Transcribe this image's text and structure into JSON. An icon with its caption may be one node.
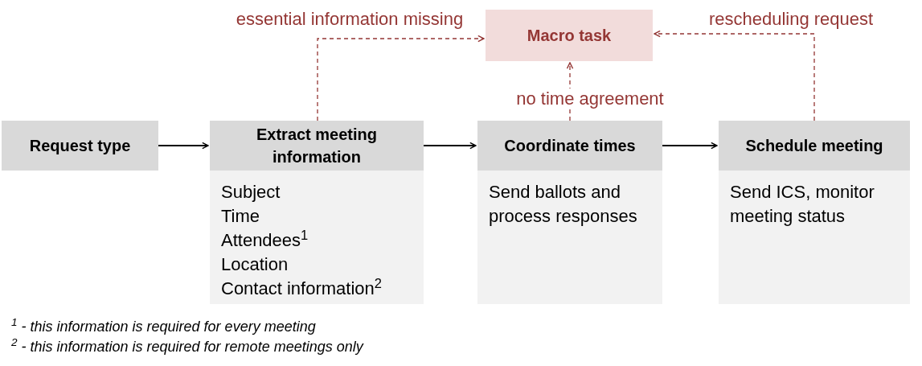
{
  "diagram": {
    "nodes": [
      {
        "text": [
          "Macro task"
        ]
      },
      {
        "text": [
          "Request type"
        ]
      },
      {
        "text": [
          "Extract meeting information",
          "Subject",
          "Time",
          "Attendees$^{1}$",
          "Location",
          "Contact information$^{2}$"
        ]
      },
      {
        "text": [
          "Coordinate times",
          "Send ballots and process responses"
        ]
      },
      {
        "text": [
          "Schedule meeting",
          "Send ICS, monitor meeting status"
        ]
      }
    ],
    "edges": [
      {
        "from": 1,
        "to": 2,
        "arrow": "to"
      },
      {
        "from": 2,
        "to": 3,
        "arrow": "to"
      },
      {
        "from": 3,
        "to": 4,
        "arrow": "to"
      },
      {
        "from": 2,
        "to": 0,
        "arrow": "to",
        "label": "essential information missing",
        "style": "dashed",
        "color": "#943634"
      },
      {
        "from": 3,
        "to": 0,
        "arrow": "to",
        "label": "no time agreement",
        "style": "dashed",
        "color": "#943634"
      },
      {
        "from": 4,
        "to": 0,
        "arrow": "to",
        "label": "rescheduling request",
        "style": "dashed",
        "color": "#943634"
      }
    ],
    "labels": [
      "$^{1}$ - this information is required for every meeting",
      "$^{2}$ - this information is required for remote meetings only"
    ]
  }
}
